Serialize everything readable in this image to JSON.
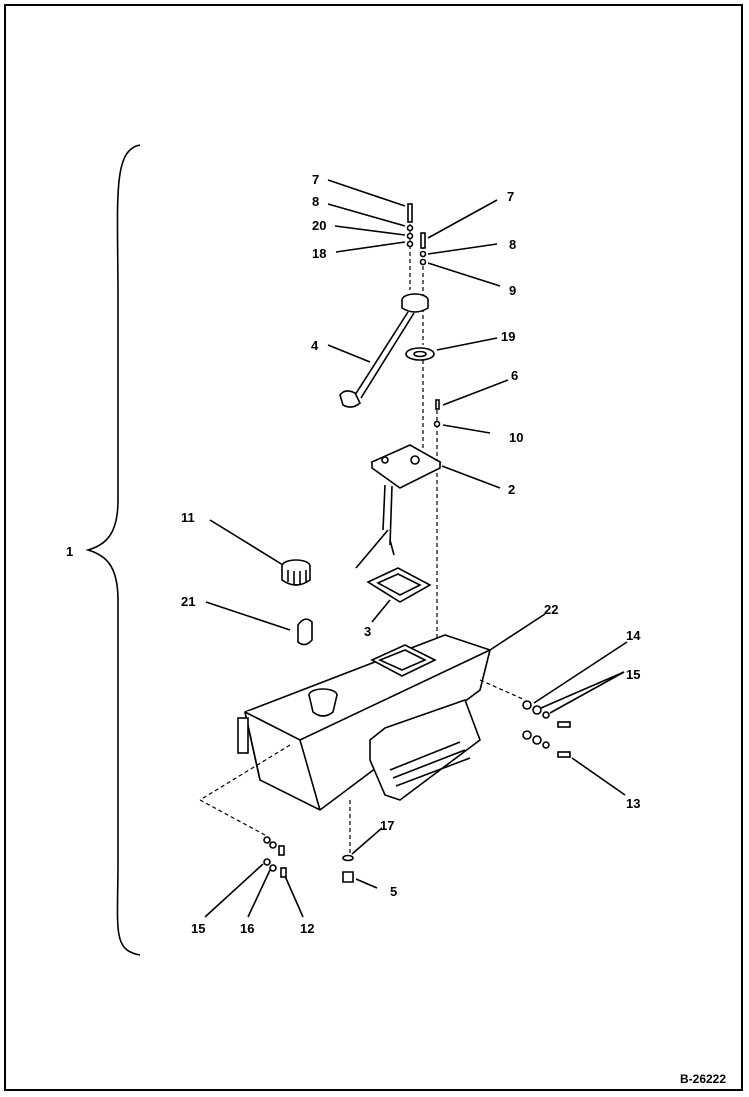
{
  "drawing_ref": "B-26222",
  "callouts": [
    "1",
    "2",
    "3",
    "4",
    "5",
    "6",
    "7",
    "8",
    "9",
    "10",
    "11",
    "12",
    "13",
    "14",
    "15",
    "16",
    "17",
    "18",
    "19",
    "20",
    "21",
    "22"
  ]
}
